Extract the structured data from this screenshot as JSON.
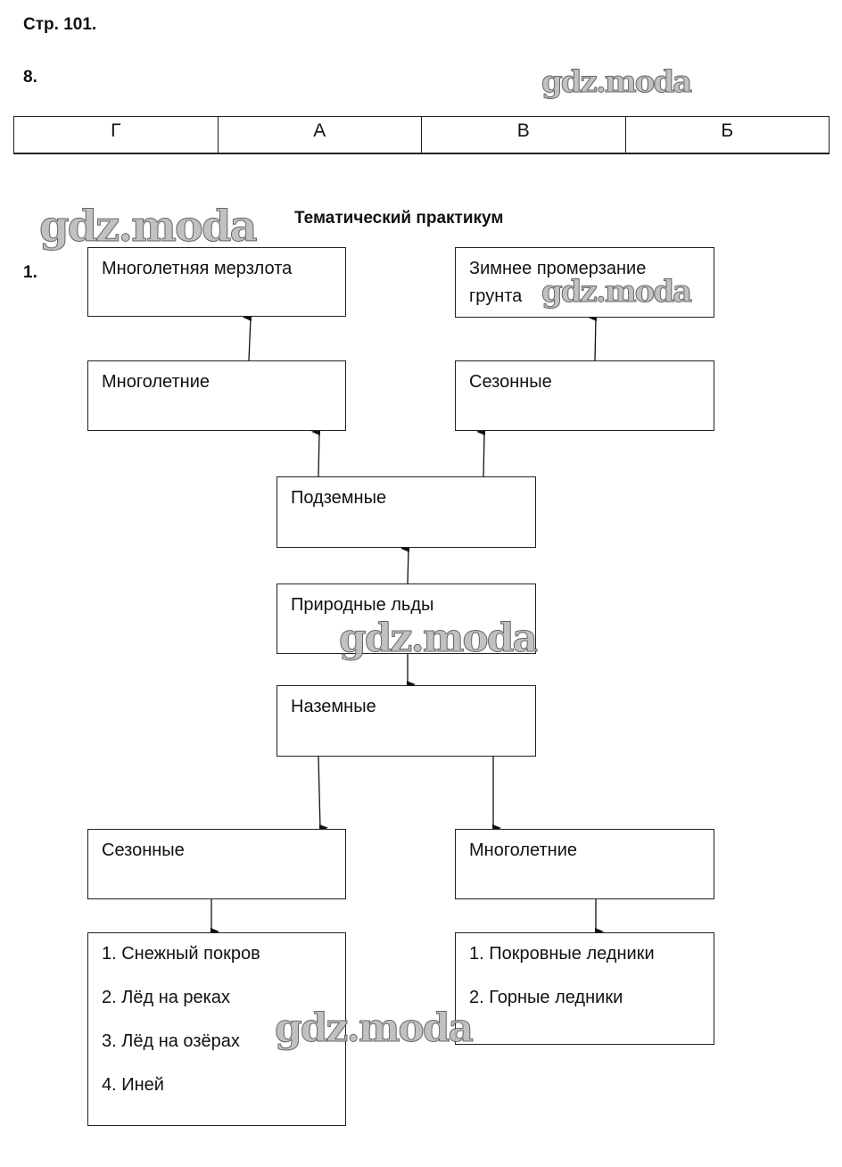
{
  "page_header": "Стр. 101.",
  "task8": {
    "number": "8.",
    "answers": [
      "Г",
      "А",
      "В",
      "Б"
    ]
  },
  "section_title": "Тематический практикум",
  "task1": {
    "number": "1.",
    "boxes": {
      "permafrost": "Многолетняя мерзлота",
      "winter_freezing": "Зимнее промерзание грунта",
      "underground_multi": "Многолетние",
      "underground_seasonal": "Сезонные",
      "underground": "Подземные",
      "natural_ice": "Природные льды",
      "surface": "Наземные",
      "surface_seasonal": "Сезонные",
      "surface_multi": "Многолетние"
    },
    "seasonal_list": [
      "1. Снежный покров",
      "2. Лёд на реках",
      "3. Лёд на озёрах",
      "4. Иней"
    ],
    "multi_list": [
      "1. Покровные ледники",
      "2. Горные ледники"
    ]
  },
  "watermark": "gdz.moda"
}
